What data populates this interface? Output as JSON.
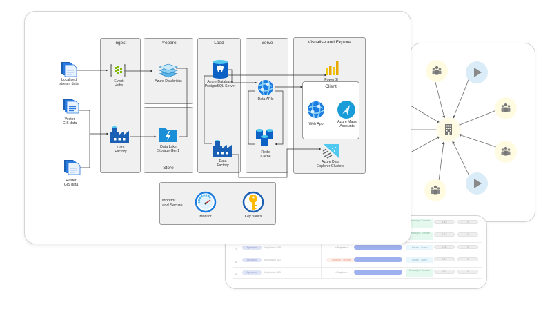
{
  "diagram": {
    "sources": [
      {
        "label_line1": "Localised",
        "label_line2": "stream data"
      },
      {
        "label_line1": "Vector",
        "label_line2": "GIS data"
      },
      {
        "label_line1": "Raster",
        "label_line2": "GIS data"
      }
    ],
    "zones": {
      "ingest": "Ingest",
      "prepare": "Prepare",
      "store": "Store",
      "load": "Load",
      "serve": "Serve",
      "visualise": "Visualise and Explore",
      "client": "Client",
      "monitor_line1": "Monitor",
      "monitor_line2": "and Secure"
    },
    "services": {
      "event_hubs_1": "Event",
      "event_hubs_2": "Hubs",
      "data_factory_1": "Data",
      "data_factory_2": "Factory",
      "databricks": "Azure Databricks",
      "data_lake_1": "Data Lake",
      "data_lake_2": "Storage Gen1",
      "postgres_1": "Azure Database",
      "postgres_2": "PostgreSQL Server",
      "load_factory_1": "Data",
      "load_factory_2": "Factory",
      "data_apis": "Data APIs",
      "redis_1": "Redis",
      "redis_2": "Cache",
      "powerbi": "PowerBI",
      "web_app": "Web App",
      "maps_1": "Azure Maps",
      "maps_2": "Accounts",
      "adx_1": "Azure Data",
      "adx_2": "Explorer Clusters",
      "monitor": "Monitor",
      "key_vaults": "Key Vaults"
    },
    "colors": {
      "azure_blue": "#0078d4",
      "azure_light": "#50e6ff",
      "event_green": "#7fba00",
      "powerbi_yellow": "#f2c811",
      "key_yellow": "#ffb900"
    }
  },
  "table_card": {
    "rows": [
      {
        "num": "3",
        "tag": "Approved",
        "app": "Application 198",
        "requirement": "<Required>",
        "status": "Retain / Invest",
        "v1": "2.08",
        "v2": "0"
      },
      {
        "num": "4",
        "tag": "Approved",
        "app": "Application 902",
        "requirement": "Refactor / Migrate",
        "status": "Retain / Invest",
        "v1": "0.21",
        "v2": "0"
      },
      {
        "num": "5",
        "tag": "Approved",
        "app": "Application 485",
        "requirement": "<Required>",
        "status": "Redesign / Tolerate",
        "v1": "0.54",
        "v2": "0"
      }
    ],
    "partial_rows": [
      {
        "status": "Redesign / Tolerate",
        "v1": "1.46",
        "v2": "0"
      },
      {
        "status": "Redesign / Tolerate",
        "v1": "1.15",
        "v2": "0"
      }
    ]
  },
  "graph_card": {
    "center": "building",
    "nodes": [
      "user-group",
      "play",
      "user-group",
      "user-group",
      "play",
      "user-group"
    ]
  }
}
